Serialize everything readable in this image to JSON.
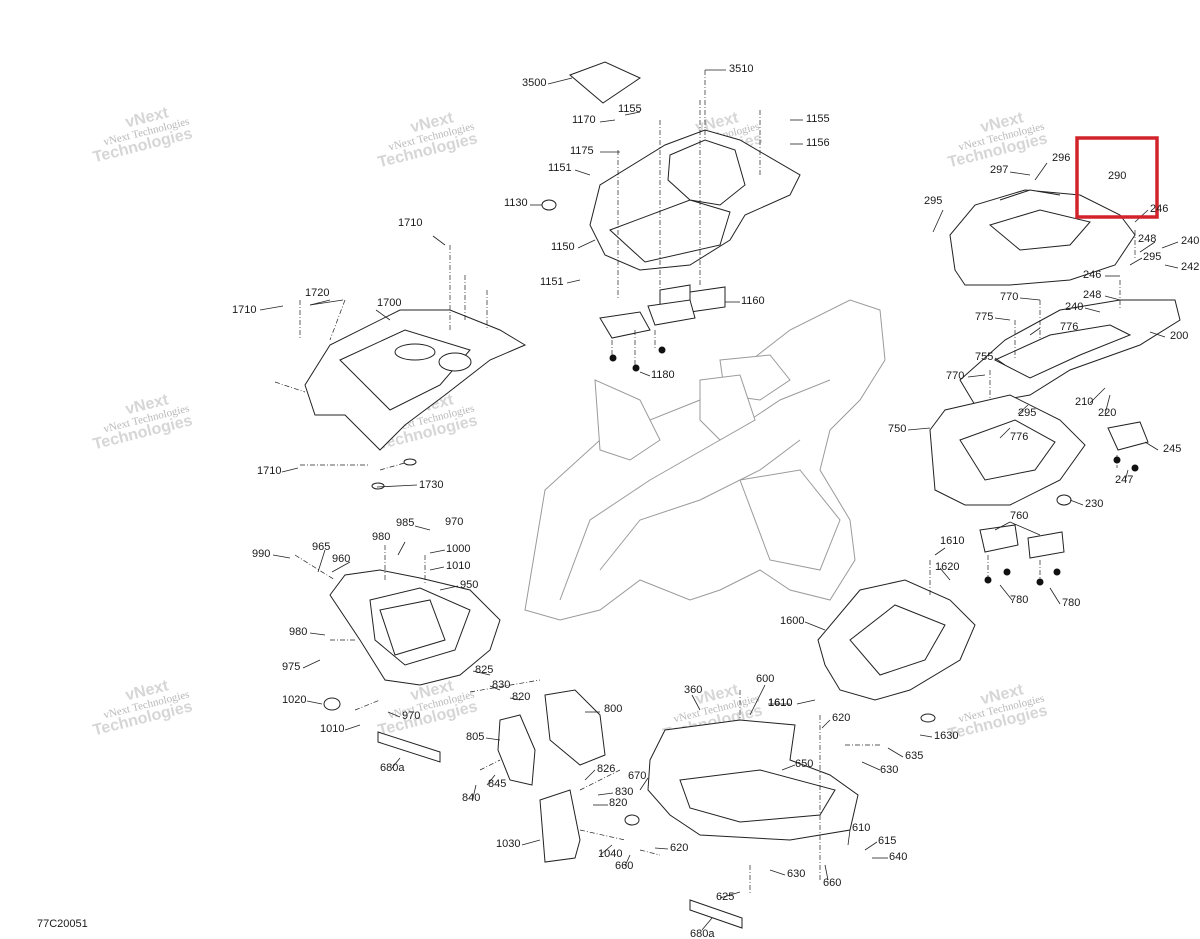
{
  "diagram": {
    "drawing_code": "77C20051",
    "watermark": {
      "line1": "vNext",
      "line2": "vNext Technologies",
      "line3": "Technologies"
    },
    "highlight_color": "#d2232a",
    "highlighted_part": "290",
    "part_labels": [
      {
        "id": "3500",
        "text": "3500"
      },
      {
        "id": "3510",
        "text": "3510"
      },
      {
        "id": "1170",
        "text": "1170"
      },
      {
        "id": "1155a",
        "text": "1155"
      },
      {
        "id": "1155b",
        "text": "1155"
      },
      {
        "id": "1156",
        "text": "1156"
      },
      {
        "id": "1175",
        "text": "1175"
      },
      {
        "id": "1151a",
        "text": "1151"
      },
      {
        "id": "1130",
        "text": "1130"
      },
      {
        "id": "1150",
        "text": "1150"
      },
      {
        "id": "1151b",
        "text": "1151"
      },
      {
        "id": "1160",
        "text": "1160"
      },
      {
        "id": "1180",
        "text": "1180"
      },
      {
        "id": "1710a",
        "text": "1710"
      },
      {
        "id": "1710b",
        "text": "1710"
      },
      {
        "id": "1720",
        "text": "1720"
      },
      {
        "id": "1700",
        "text": "1700"
      },
      {
        "id": "1710c",
        "text": "1710"
      },
      {
        "id": "1730",
        "text": "1730"
      },
      {
        "id": "297",
        "text": "297"
      },
      {
        "id": "296",
        "text": "296"
      },
      {
        "id": "290",
        "text": "290"
      },
      {
        "id": "295a",
        "text": "295"
      },
      {
        "id": "246a",
        "text": "246"
      },
      {
        "id": "248a",
        "text": "248"
      },
      {
        "id": "240a",
        "text": "240"
      },
      {
        "id": "295b",
        "text": "295"
      },
      {
        "id": "242",
        "text": "242"
      },
      {
        "id": "246b",
        "text": "246"
      },
      {
        "id": "770a",
        "text": "770"
      },
      {
        "id": "248b",
        "text": "248"
      },
      {
        "id": "240b",
        "text": "240"
      },
      {
        "id": "775",
        "text": "775"
      },
      {
        "id": "776a",
        "text": "776"
      },
      {
        "id": "200",
        "text": "200"
      },
      {
        "id": "755",
        "text": "755"
      },
      {
        "id": "770b",
        "text": "770"
      },
      {
        "id": "295c",
        "text": "295"
      },
      {
        "id": "210",
        "text": "210"
      },
      {
        "id": "220",
        "text": "220"
      },
      {
        "id": "750",
        "text": "750"
      },
      {
        "id": "776b",
        "text": "776"
      },
      {
        "id": "245",
        "text": "245"
      },
      {
        "id": "247",
        "text": "247"
      },
      {
        "id": "230",
        "text": "230"
      },
      {
        "id": "760",
        "text": "760"
      },
      {
        "id": "1610a",
        "text": "1610"
      },
      {
        "id": "1620",
        "text": "1620"
      },
      {
        "id": "780a",
        "text": "780"
      },
      {
        "id": "780b",
        "text": "780"
      },
      {
        "id": "1600",
        "text": "1600"
      },
      {
        "id": "1610b",
        "text": "1610"
      },
      {
        "id": "1630",
        "text": "1630"
      },
      {
        "id": "985",
        "text": "985"
      },
      {
        "id": "970a",
        "text": "970"
      },
      {
        "id": "980a",
        "text": "980"
      },
      {
        "id": "1000",
        "text": "1000"
      },
      {
        "id": "990",
        "text": "990"
      },
      {
        "id": "965",
        "text": "965"
      },
      {
        "id": "960",
        "text": "960"
      },
      {
        "id": "1010a",
        "text": "1010"
      },
      {
        "id": "950",
        "text": "950"
      },
      {
        "id": "980b",
        "text": "980"
      },
      {
        "id": "975",
        "text": "975"
      },
      {
        "id": "825",
        "text": "825"
      },
      {
        "id": "830a",
        "text": "830"
      },
      {
        "id": "820a",
        "text": "820"
      },
      {
        "id": "800",
        "text": "800"
      },
      {
        "id": "1020",
        "text": "1020"
      },
      {
        "id": "970b",
        "text": "970"
      },
      {
        "id": "1010b",
        "text": "1010"
      },
      {
        "id": "805",
        "text": "805"
      },
      {
        "id": "680a1",
        "text": "680a"
      },
      {
        "id": "840",
        "text": "840"
      },
      {
        "id": "845",
        "text": "845"
      },
      {
        "id": "826",
        "text": "826"
      },
      {
        "id": "830b",
        "text": "830"
      },
      {
        "id": "820b",
        "text": "820"
      },
      {
        "id": "1030",
        "text": "1030"
      },
      {
        "id": "1040",
        "text": "1040"
      },
      {
        "id": "660a",
        "text": "660"
      },
      {
        "id": "620a",
        "text": "620"
      },
      {
        "id": "670",
        "text": "670"
      },
      {
        "id": "360",
        "text": "360"
      },
      {
        "id": "600",
        "text": "600"
      },
      {
        "id": "1610c",
        "text": "1610"
      },
      {
        "id": "620b",
        "text": "620"
      },
      {
        "id": "650",
        "text": "650"
      },
      {
        "id": "635",
        "text": "635"
      },
      {
        "id": "630a",
        "text": "630"
      },
      {
        "id": "610",
        "text": "610"
      },
      {
        "id": "615",
        "text": "615"
      },
      {
        "id": "640",
        "text": "640"
      },
      {
        "id": "630b",
        "text": "630"
      },
      {
        "id": "660b",
        "text": "660"
      },
      {
        "id": "625",
        "text": "625"
      },
      {
        "id": "680a2",
        "text": "680a"
      }
    ]
  }
}
